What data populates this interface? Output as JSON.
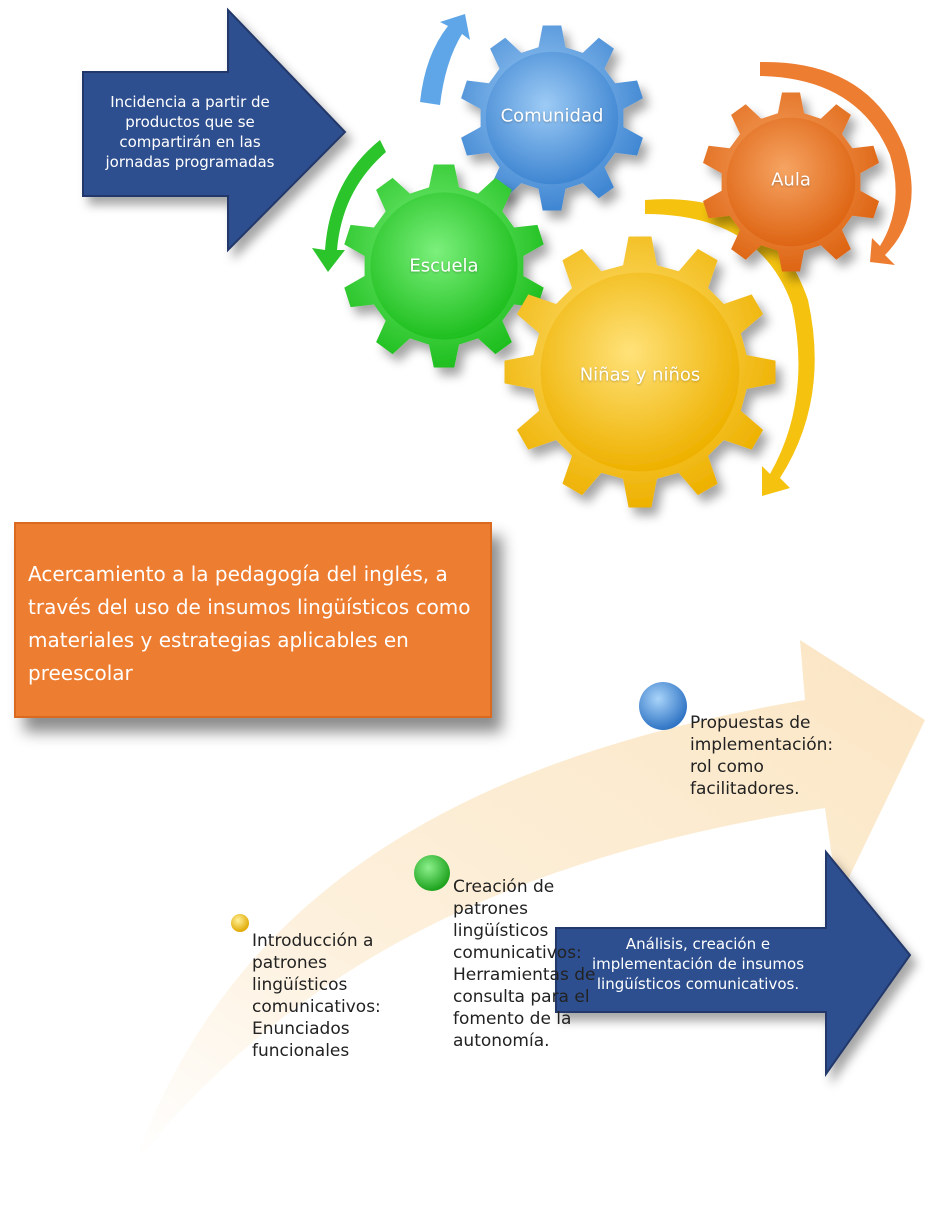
{
  "top_arrow": {
    "text": "Incidencia a partir de productos que se compartirán en las jornadas programadas"
  },
  "gears": {
    "comunidad": "Comunidad",
    "aula": "Aula",
    "escuela": "Escuela",
    "ninos": "Niñas y niños"
  },
  "orange_box": {
    "text": "Acercamiento a la pedagogía del inglés, a través del uso de insumos lingüísticos como materiales y estrategias aplicables  en preescolar"
  },
  "stages": [
    {
      "text": "Introducción a patrones lingüísticos comunicativos: Enunciados funcionales",
      "color": "#f2c200"
    },
    {
      "text": "Creación de patrones lingüísticos comunicativos: Herramientas de consulta para el fomento de la autonomía.",
      "color": "#3ec43e"
    },
    {
      "text": "Propuestas de implementación: rol como facilitadores.",
      "color": "#3d86d6"
    }
  ],
  "bottom_arrow": {
    "text": "Análisis, creación e implementación de insumos lingüísticos comunicativos."
  },
  "colors": {
    "navy": "#2f4f8f",
    "blue_gear": "#5ea6e8",
    "orange_gear": "#ed7d31",
    "green_gear": "#33d633",
    "yellow_gear": "#f4c20f",
    "cream_arrow": "#fdf0dc"
  }
}
